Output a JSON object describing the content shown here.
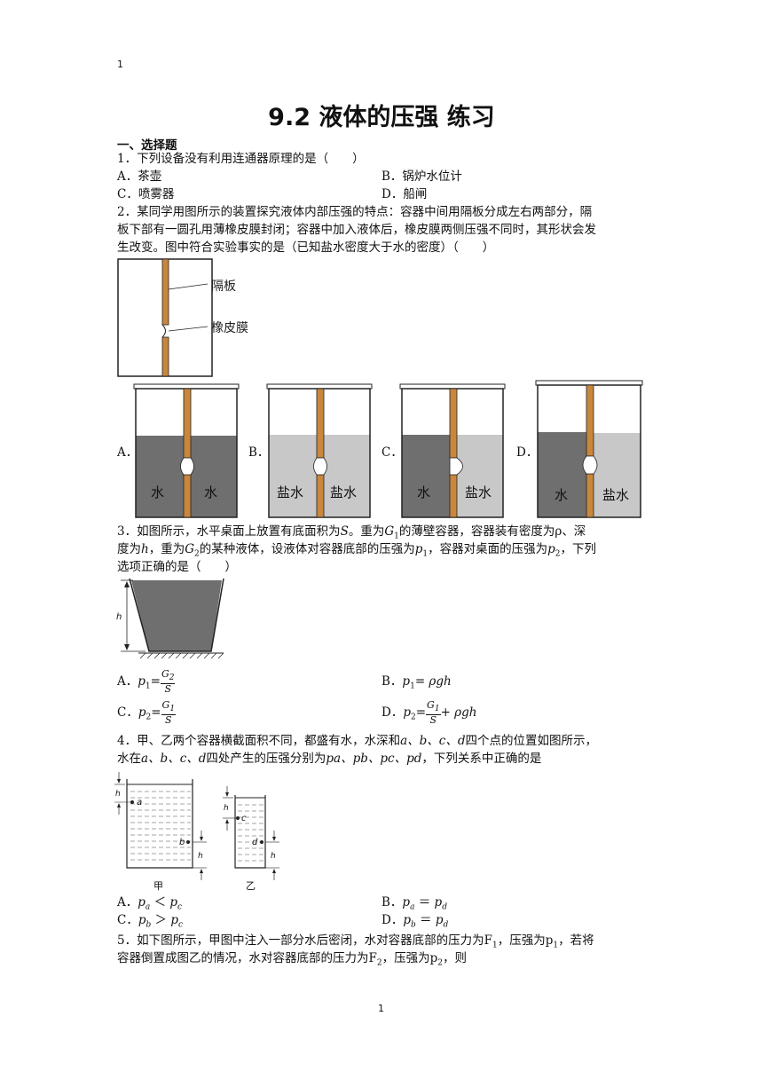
{
  "header": {
    "page_number_top": "1",
    "page_number_bottom": "1"
  },
  "title": "9.2 液体的压强 练习",
  "section": "一、选择题",
  "q1": {
    "stem": "1．下列设备没有利用连通器原理的是（　　）",
    "a": "A．茶壶",
    "b": "B．锅炉水位计",
    "c": "C．喷雾器",
    "d": "D．船闸"
  },
  "q2": {
    "line1": "2．某同学用图所示的装置探究液体内部压强的特点：容器中间用隔板分成左右两部分，隔",
    "line2": "板下部有一圆孔用薄橡皮膜封闭；容器中加入液体后，橡皮膜两侧压强不同时，其形状会发",
    "line3": "生改变。图中符合实验事实的是（已知盐水密度大于水的密度）（　　）",
    "label_board": "隔板",
    "label_membrane": "橡皮膜",
    "opt_a": "A．",
    "opt_b": "B．",
    "opt_c": "C．",
    "opt_d": "D．",
    "water": "水",
    "brine": "盐水"
  },
  "q3": {
    "line1_a": "3．如图所示，水平桌面上放置有底面积为",
    "S": "S",
    "line1_b": "。重为",
    "G1": "G",
    "line1_c": "的薄壁容器，容器装有密度为",
    "rho": "ρ",
    "line1_d": "、深",
    "line2_a": "度为",
    "h": "h",
    "line2_b": "，重为",
    "line2_c": "的某种液体，设液体对容器底部的压强为",
    "line2_d": "，容器对桌面的压强为",
    "line2_e": "，下列",
    "line3": "选项正确的是（　　）",
    "a": "A．",
    "b": "B．",
    "c": "C．",
    "d": "D．",
    "fig_h": "h",
    "p": "p",
    "G": "G",
    "sub1": "1",
    "sub2": "2",
    "eq": "=",
    "plus": "+",
    "rhogh": "ρgh"
  },
  "q4": {
    "line1_a": "4．甲、乙两个容器横截面积不同，都盛有水，水深和",
    "pts": "a、b、c、d",
    "line1_b": "四个点的位置如图所示，",
    "line2_a": "水在",
    "line2_b": "四处产生的压强分别为",
    "pressures": "pa、pb、pc、pd",
    "line2_c": "，下列关系中正确的是",
    "label_jia": "甲",
    "label_yi": "乙",
    "fig_h": "h",
    "fig_a": "a",
    "fig_b": "b",
    "fig_c": "c",
    "fig_d": "d",
    "a": "A．",
    "b": "B．",
    "c": "C．",
    "d": "D．"
  },
  "q5": {
    "line1": "5．如下图所示，甲图中注入一部分水后密闭，水对容器底部的压力为F",
    "line1_b": "，压强为p",
    "line1_c": "，若将",
    "line2": "容器倒置成图乙的情况，水对容器底部的压力为F",
    "line2_b": "，压强为p",
    "line2_c": "，则"
  },
  "colors": {
    "dark_liquid": "#6f6f6f",
    "light_liquid": "#c8c8c8",
    "board": "#c8873c",
    "frame": "#222222"
  }
}
